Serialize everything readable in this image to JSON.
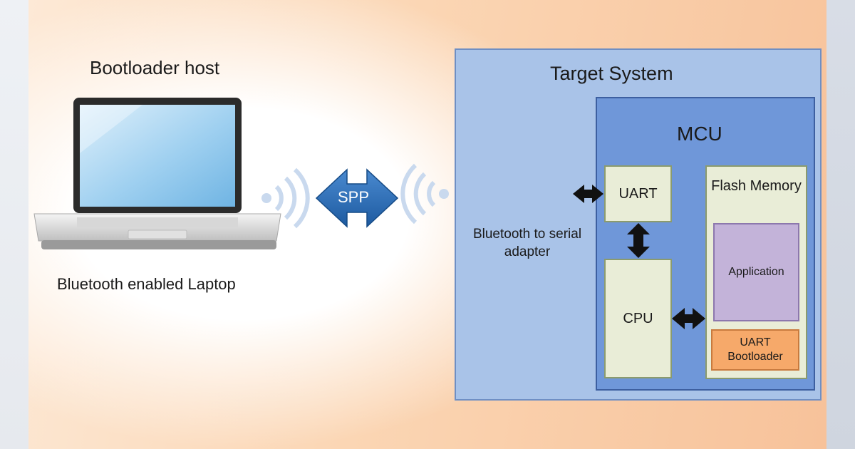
{
  "host": {
    "title": "Bootloader host",
    "laptop_caption": "Bluetooth enabled Laptop"
  },
  "link": {
    "protocol_label": "SPP"
  },
  "adapter": {
    "caption": "Bluetooth to serial adapter"
  },
  "target": {
    "title": "Target System",
    "mcu": {
      "title": "MCU",
      "uart_label": "UART",
      "cpu_label": "CPU",
      "flash": {
        "label": "Flash Memory",
        "application_label": "Application",
        "bootloader_label": "UART Bootloader"
      }
    }
  },
  "colors": {
    "target_fill": "#a9c3e8",
    "mcu_fill": "#6f97d9",
    "block_fill": "#e9edd7",
    "application_fill": "#c3b3d9",
    "bootloader_fill": "#f6a96a",
    "spp_arrow": "#2f6cb3"
  }
}
